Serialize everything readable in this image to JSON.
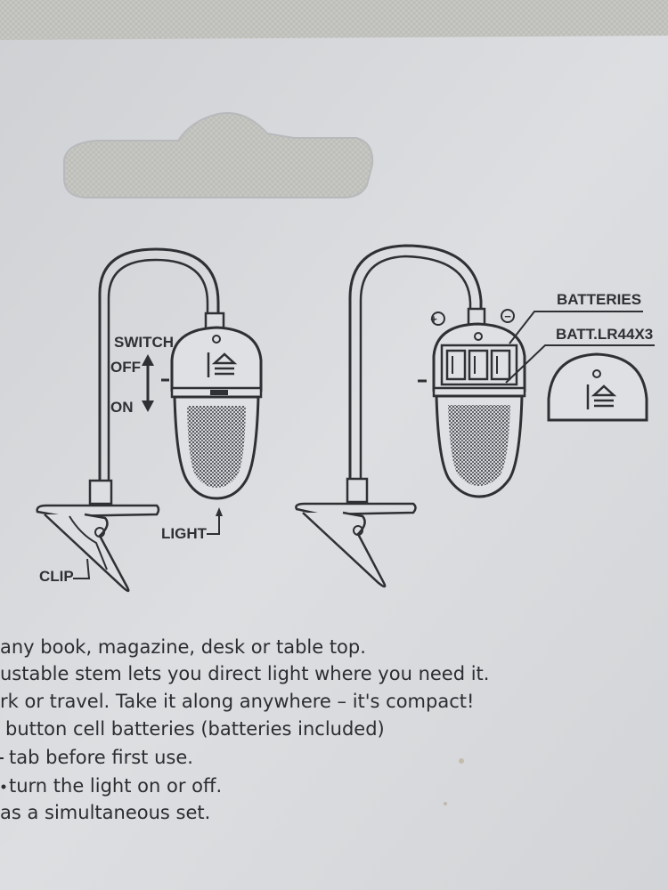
{
  "diagram": {
    "left_lamp": {
      "switch_label": "SWITCH",
      "off_label": "OFF",
      "on_label": "ON",
      "light_label": "LIGHT",
      "clip_label": "CLIP"
    },
    "right_lamp": {
      "batteries_label": "BATTERIES",
      "battery_type_label": "BATT.LR44X3",
      "plus_symbol": "+",
      "minus_symbol": "−"
    }
  },
  "description_lines": [
    "any book, magazine, desk or table top.",
    "ustable stem lets you direct light where you need it.",
    "rk or travel. Take it along anywhere – it's compact!",
    "button cell batteries (batteries included)",
    "tab before first use.",
    "turn the light on or off.",
    "as a simultaneous set."
  ],
  "colors": {
    "card": "#d8dadd",
    "ink": "#2f3034",
    "backdrop": "#c9c9c4"
  }
}
